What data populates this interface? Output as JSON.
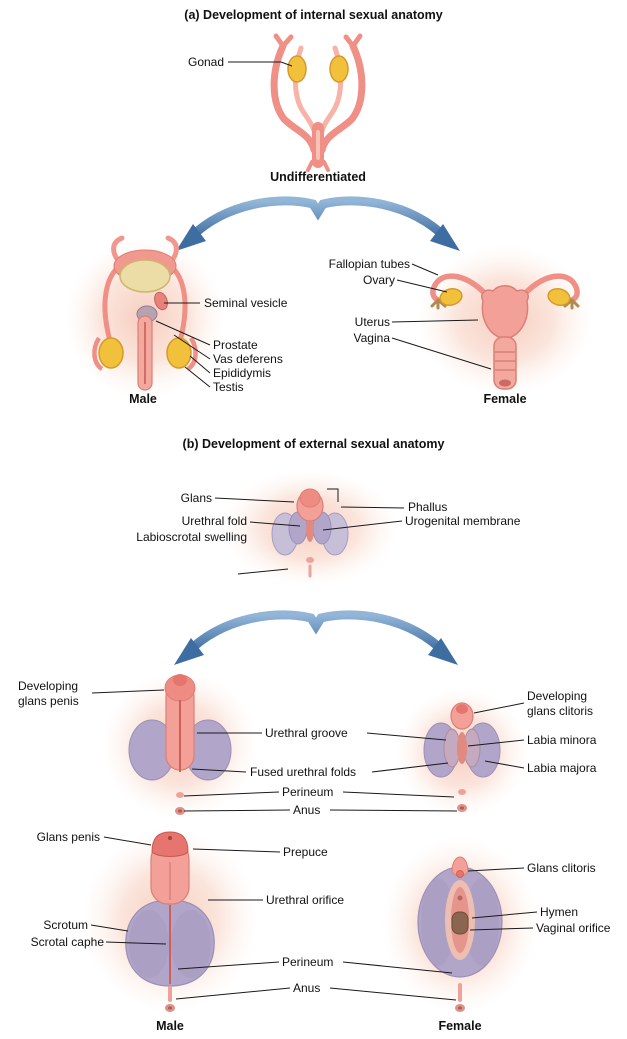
{
  "panel_a": {
    "title": "(a) Development of internal sexual anatomy",
    "captions": {
      "undifferentiated": "Undifferentiated",
      "male": "Male",
      "female": "Female"
    },
    "labels": {
      "gonad": "Gonad",
      "seminal_vesicle": "Seminal vesicle",
      "prostate": "Prostate",
      "vas_deferens": "Vas deferens",
      "epididymis": "Epididymis",
      "testis": "Testis",
      "fallopian_tubes": "Fallopian tubes",
      "ovary": "Ovary",
      "uterus": "Uterus",
      "vagina": "Vagina"
    }
  },
  "panel_b": {
    "title": "(b) Development of external sexual anatomy",
    "captions": {
      "male": "Male",
      "female": "Female"
    },
    "labels": {
      "glans": "Glans",
      "urethral_fold": "Urethral fold",
      "labioscrotal_swelling": "Labioscrotal swelling",
      "phallus": "Phallus",
      "urogenital_membrane": "Urogenital membrane",
      "developing_glans_penis": "Developing glans penis",
      "urethral_groove": "Urethral groove",
      "fused_urethral_folds": "Fused urethral folds",
      "perineum_developing": "Perineum",
      "anus_developing": "Anus",
      "developing_glans_clitoris": "Developing glans clitoris",
      "labia_minora": "Labia minora",
      "labia_majora": "Labia majora",
      "glans_penis": "Glans penis",
      "prepuce": "Prepuce",
      "urethral_orifice": "Urethral orifice",
      "glans_clitoris": "Glans clitoris",
      "scrotum": "Scrotum",
      "scrotal_raphe": "Scrotal caphe",
      "hymen": "Hymen",
      "vaginal_orifice": "Vaginal orifice",
      "perineum": "Perineum",
      "anus": "Anus"
    }
  },
  "colors": {
    "arrow_blue": "#3e6da1",
    "gonad_yellow": "#f1c13c",
    "tissue_pink": "#f3a198",
    "swelling_lavender": "#b1a6c9",
    "leader_line": "#1a1a1a"
  }
}
